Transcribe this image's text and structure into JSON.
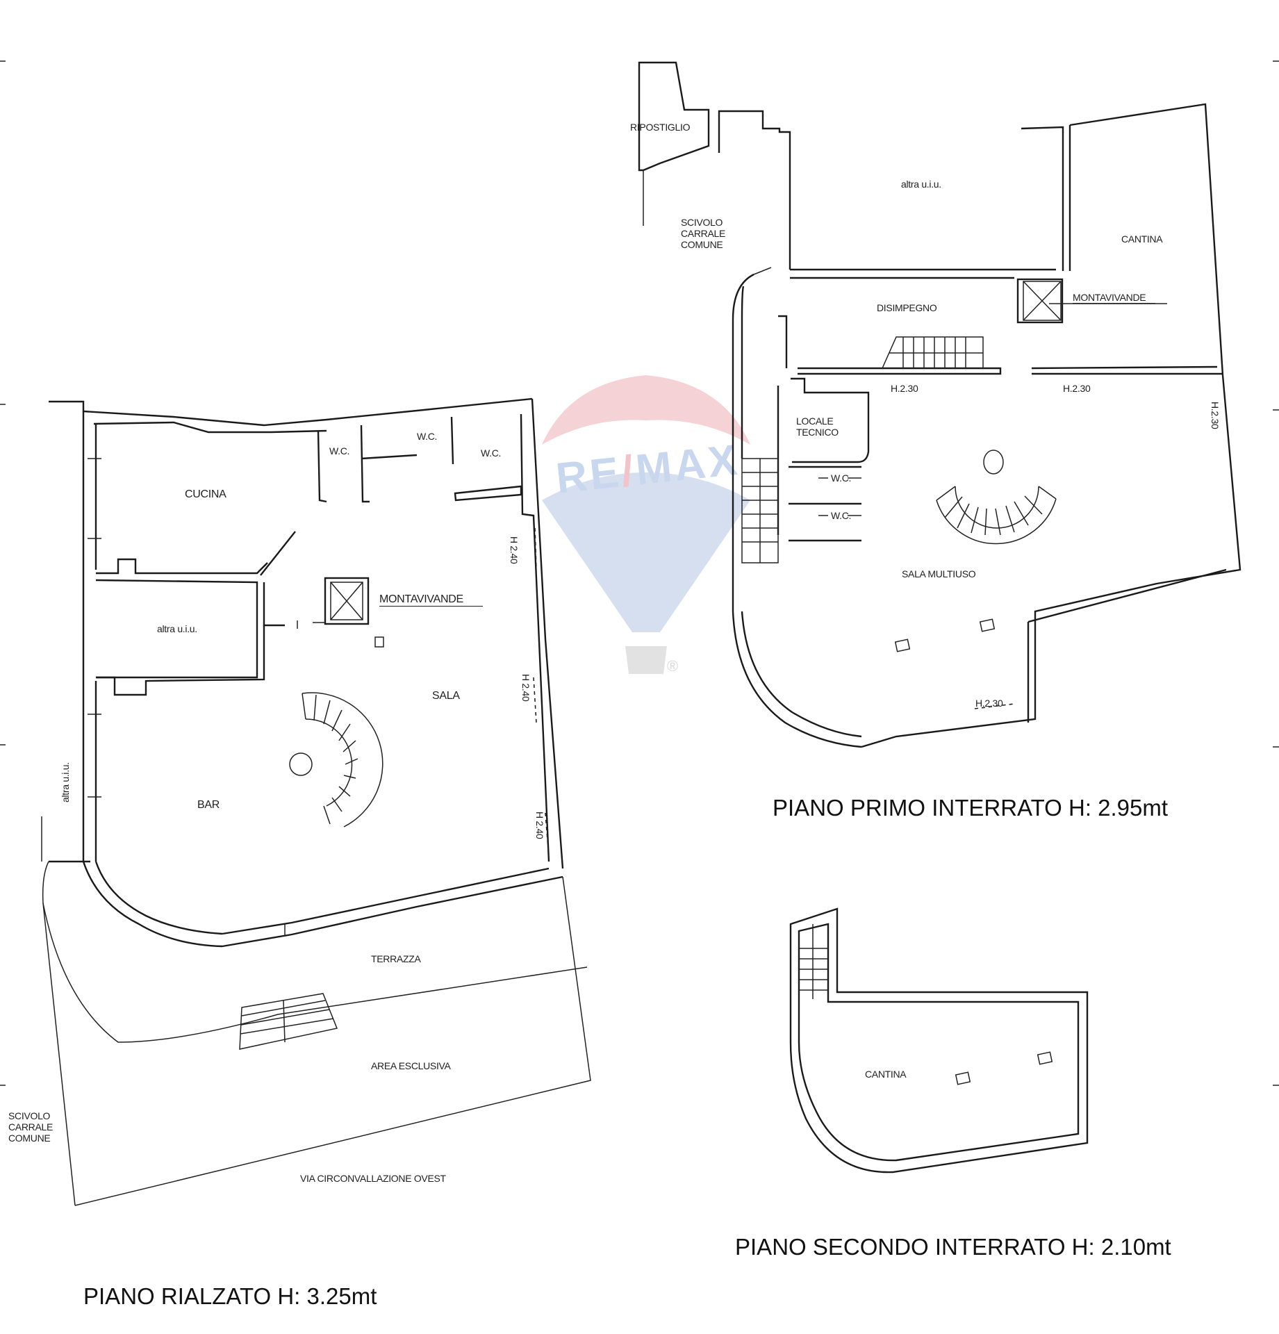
{
  "watermark": {
    "brand_left": "RE",
    "brand_slash": "/",
    "brand_right": "MAX",
    "registered": "®",
    "colors": {
      "red": "#f2c3c9",
      "blue": "#c8d6ee",
      "gray": "#dcdcdc"
    }
  },
  "floors": [
    {
      "id": "piano-rialzato",
      "title": "PIANO RIALZATO H: 3.25mt",
      "rooms": [
        "CUCINA",
        "W.C.",
        "W.C.",
        "W.C.",
        "altra u.i.u.",
        "MONTAVIVANDE",
        "SALA",
        "BAR",
        "TERRAZZA",
        "AREA ESCLUSIVA"
      ],
      "heights": [
        "H 2.40",
        "H 2.40",
        "H 2.40"
      ],
      "side_labels": [
        "altra u.i.u.",
        "SCIVOLO CARRALE COMUNE"
      ],
      "street": "VIA CIRCONVALLAZIONE OVEST"
    },
    {
      "id": "piano-primo-interrato",
      "title": "PIANO PRIMO INTERRATO H: 2.95mt",
      "rooms": [
        "RIPOSTIGLIO",
        "SCIVOLO CARRALE COMUNE",
        "altra u.i.u.",
        "CANTINA",
        "DISIMPEGNO",
        "MONTAVIVANDE",
        "LOCALE TECNICO",
        "W.C.",
        "W.C.",
        "SALA MULTIUSO"
      ],
      "heights": [
        "H 2.30",
        "H 2.30",
        "H 2.30",
        "H 2.30"
      ]
    },
    {
      "id": "piano-secondo-interrato",
      "title": "PIANO SECONDO INTERRATO H: 2.10mt",
      "rooms": [
        "CANTINA"
      ]
    }
  ],
  "labels": {
    "rialzato": {
      "cucina": "CUCINA",
      "wc1": "W.C.",
      "wc2": "W.C.",
      "wc3": "W.C.",
      "altra_uiu": "altra u.i.u.",
      "altra_uiu_side": "altra u.i.u.",
      "montavivande": "MONTAVIVANDE",
      "sala": "SALA",
      "bar": "BAR",
      "terrazza": "TERRAZZA",
      "area_esclusiva": "AREA ESCLUSIVA",
      "scivolo_1": "SCIVOLO",
      "scivolo_2": "CARRALE",
      "scivolo_3": "COMUNE",
      "street": "VIA CIRCONVALLAZIONE OVEST",
      "h1": "H 2.40",
      "h2": "H 2.40",
      "h3": "H 2.40",
      "title": "PIANO RIALZATO H: 3.25mt"
    },
    "primo": {
      "ripostiglio": "RIPOSTIGLIO",
      "scivolo_1": "SCIVOLO",
      "scivolo_2": "CARRALE",
      "scivolo_3": "COMUNE",
      "altra_uiu": "altra u.i.u.",
      "cantina": "CANTINA",
      "disimpegno": "DISIMPEGNO",
      "montavivande": "MONTAVIVANDE",
      "locale_1": "LOCALE",
      "locale_2": "TECNICO",
      "wc1": "W.C.",
      "wc2": "W.C.",
      "sala_multiuso": "SALA MULTIUSO",
      "h1": "H.2.30",
      "h2": "H.2.30",
      "h3": "H.2.30",
      "h4": "H.2.30",
      "title": "PIANO PRIMO INTERRATO H: 2.95mt"
    },
    "secondo": {
      "cantina": "CANTINA",
      "title": "PIANO SECONDO INTERRATO H: 2.10mt"
    }
  }
}
